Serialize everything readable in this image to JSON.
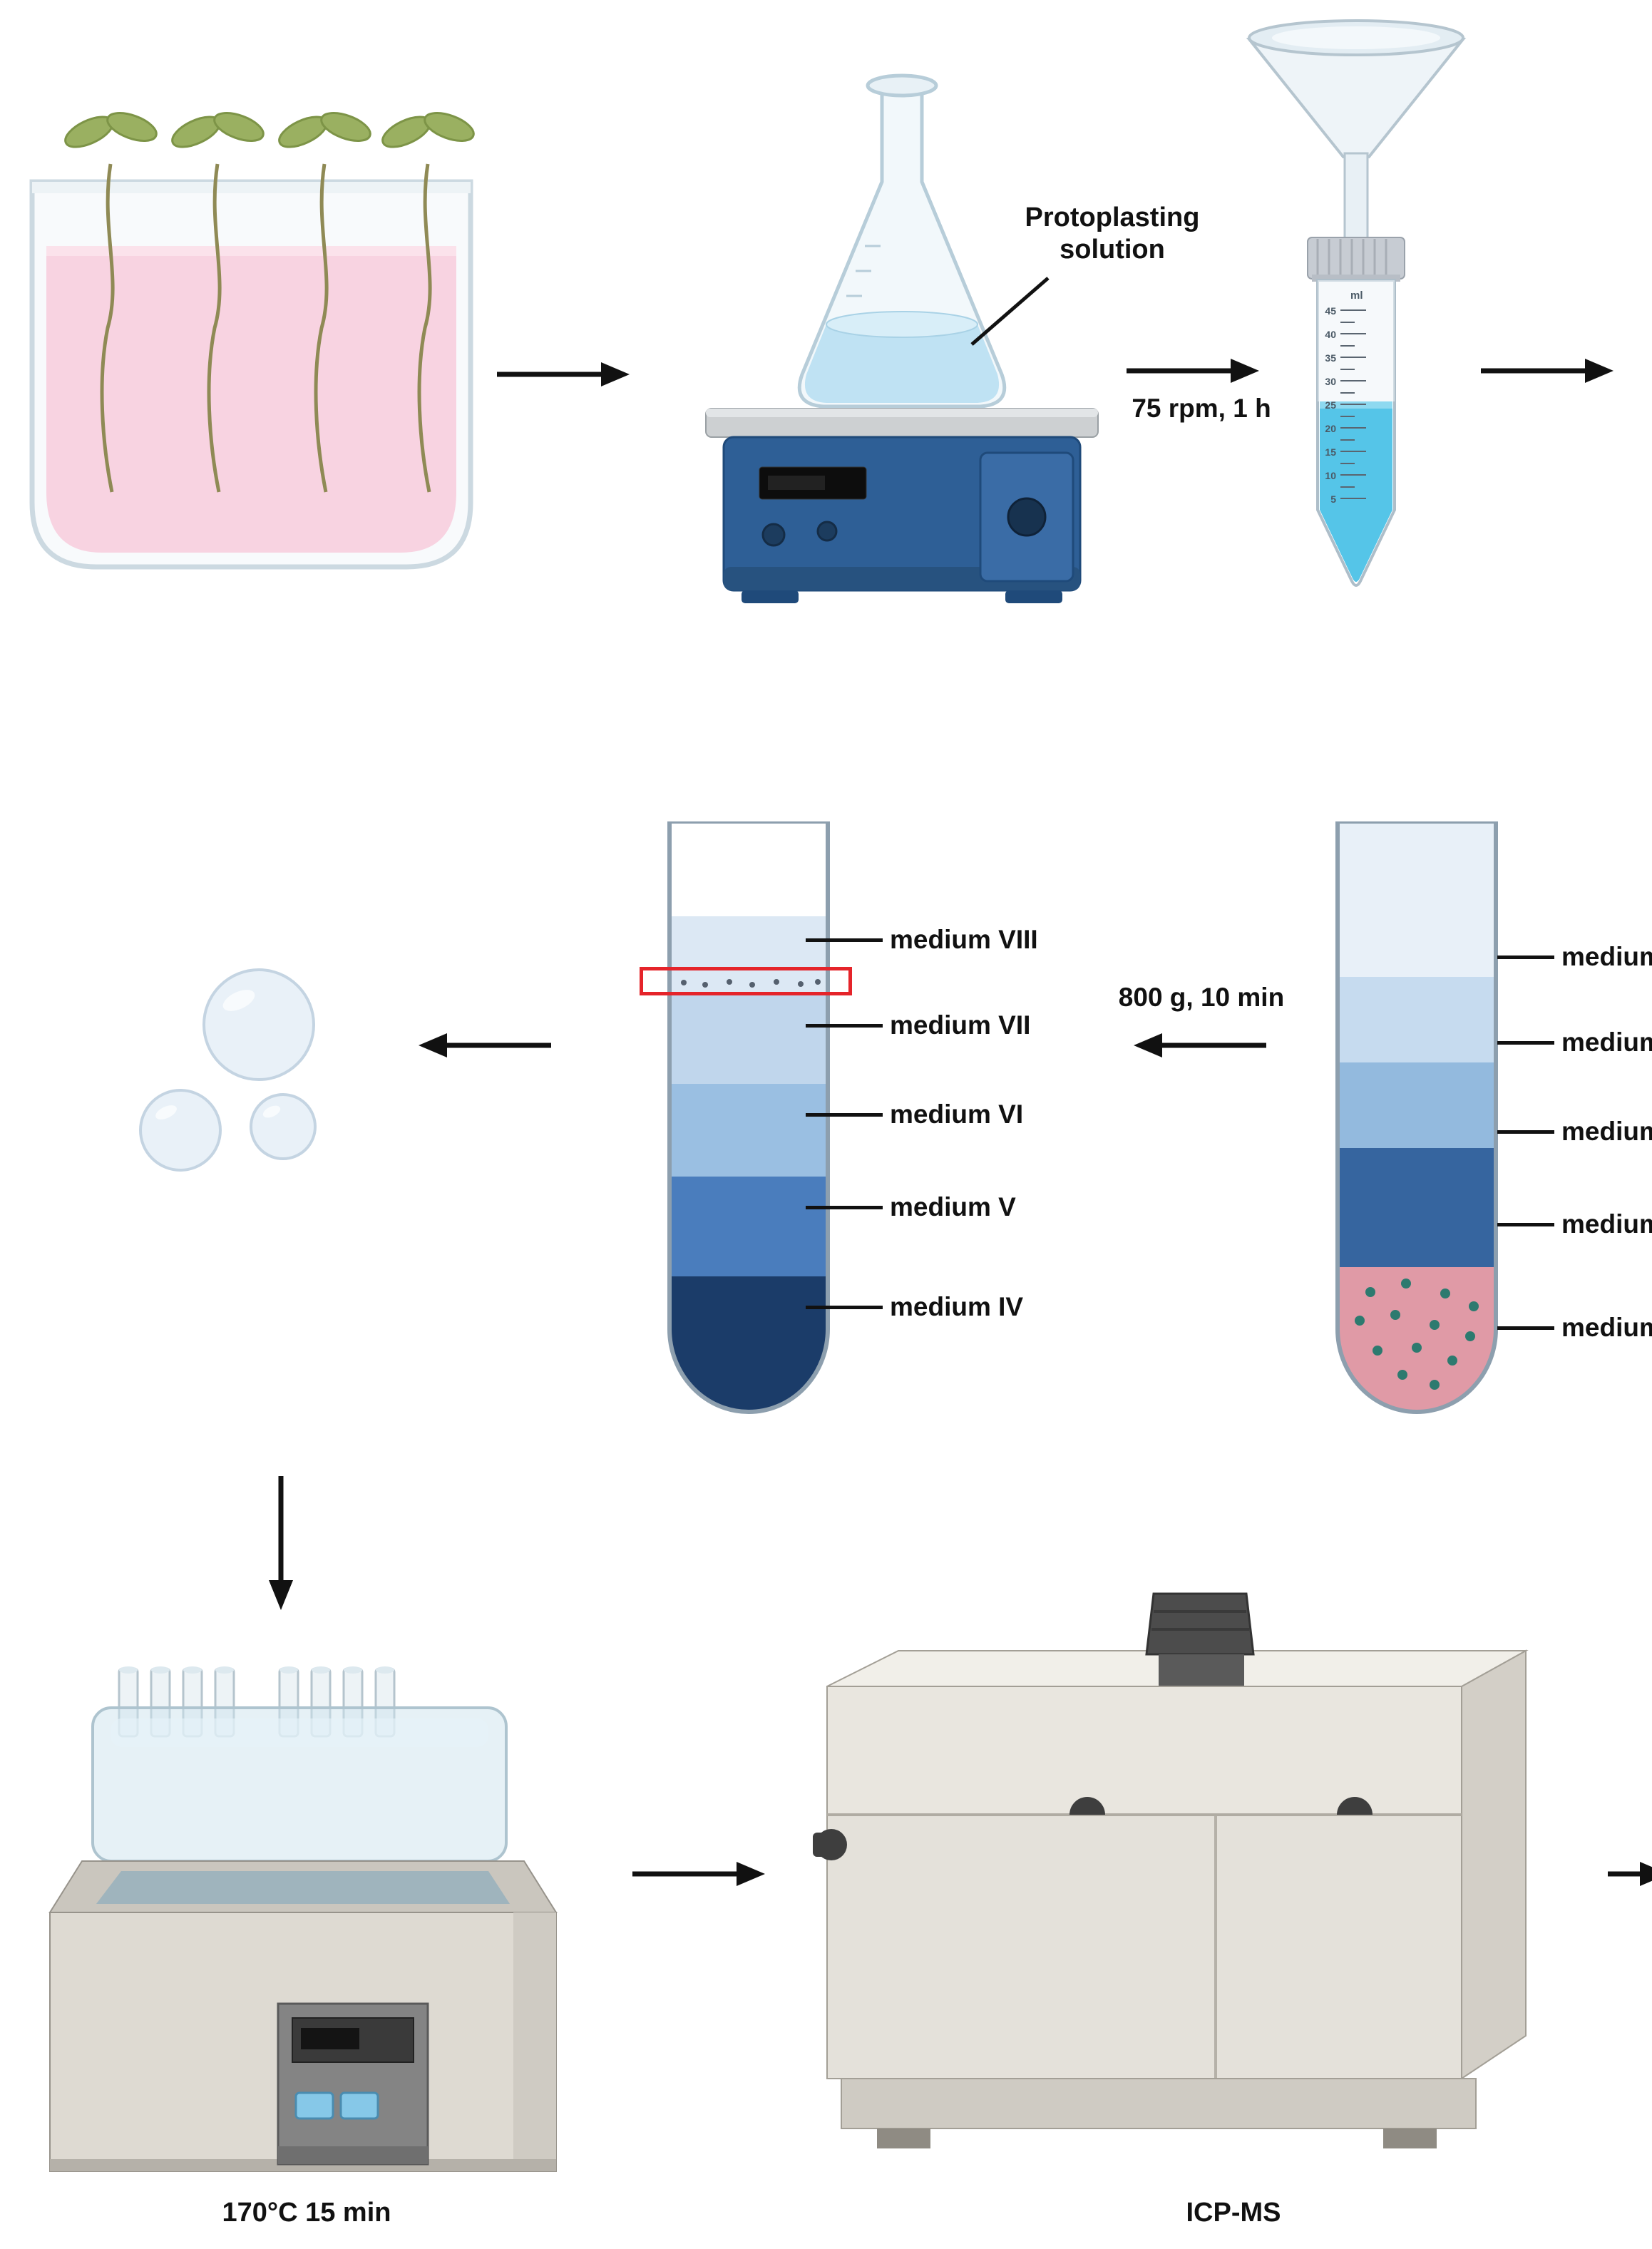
{
  "workflow": {
    "shaking": {
      "flask_label": [
        "Protoplasting",
        "solution"
      ],
      "condition": "75 rpm, 1 h"
    },
    "conical_tube": {
      "unit": "ml",
      "ticks": [
        "45",
        "40",
        "35",
        "30",
        "25",
        "20",
        "15",
        "10",
        "5"
      ]
    },
    "gradient_tube": {
      "layers": [
        "medium VIII",
        "medium VII",
        "medium VI",
        "medium V",
        "medium IV"
      ]
    },
    "centrifugation": {
      "condition": "800 g, 10 min"
    },
    "collected_tube": {
      "layers": [
        "medium",
        "medium",
        "medium",
        "medium",
        "medium"
      ]
    },
    "digestion": {
      "condition": "170°C 15 min"
    },
    "analysis": {
      "label": "ICP-MS"
    }
  },
  "colors": {
    "pink_medium": "#f8d3e1",
    "flask_liquid": "#bfe2f3",
    "falcon_liquid": "#55c5e8",
    "shaker_blue": "#2e5f96",
    "red_box": "#e5242a",
    "pellet_pink": "#e09aa6",
    "cell_dot_teal": "#2d7a6f",
    "layer_dark_navy": "#1b3c69"
  }
}
